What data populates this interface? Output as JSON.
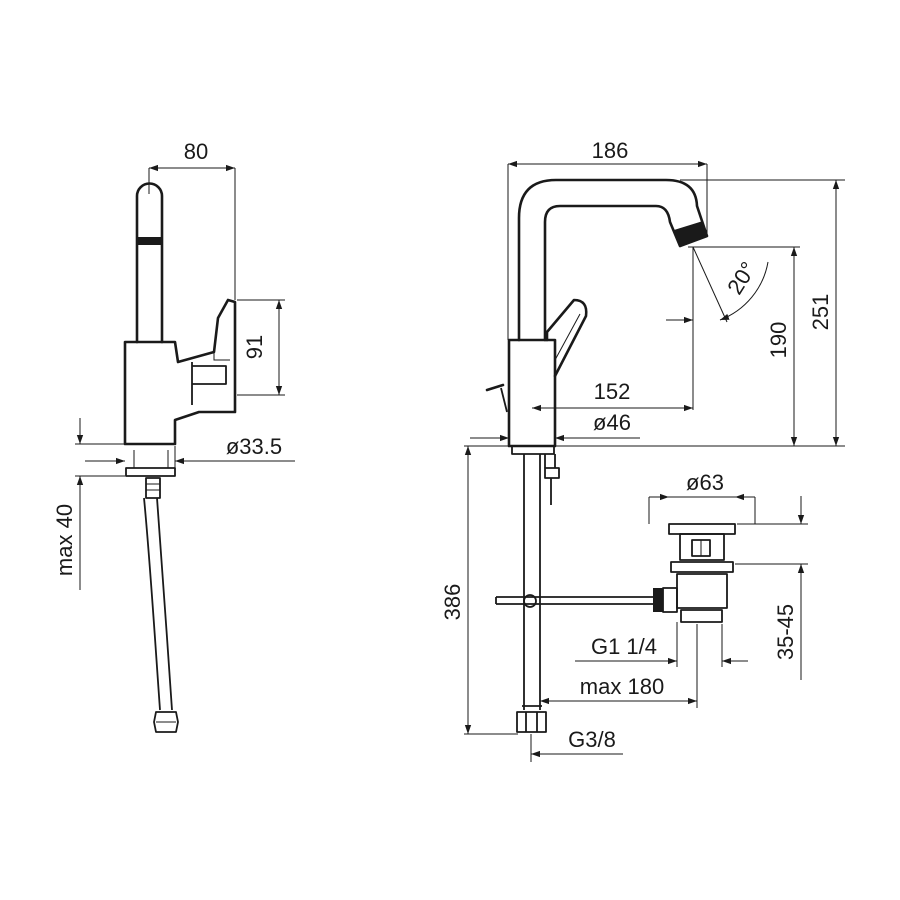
{
  "dimensions": {
    "side_reach": "80",
    "side_lever_height": "91",
    "side_base_dia": "ø33.5",
    "side_max_deck": "max 40",
    "front_width": "186",
    "front_spout_angle": "20°",
    "front_spout_height": "190",
    "front_total_height": "251",
    "front_spout_reach": "152",
    "front_body_dia": "ø46",
    "front_hose_length": "386",
    "waste_flange_dia": "ø63",
    "waste_thread": "G1 1/4",
    "waste_rod_length": "max 180",
    "waste_height_range": "35-45",
    "hose_thread": "G3/8"
  },
  "colors": {
    "line": "#1a1a1a",
    "background": "#ffffff"
  }
}
